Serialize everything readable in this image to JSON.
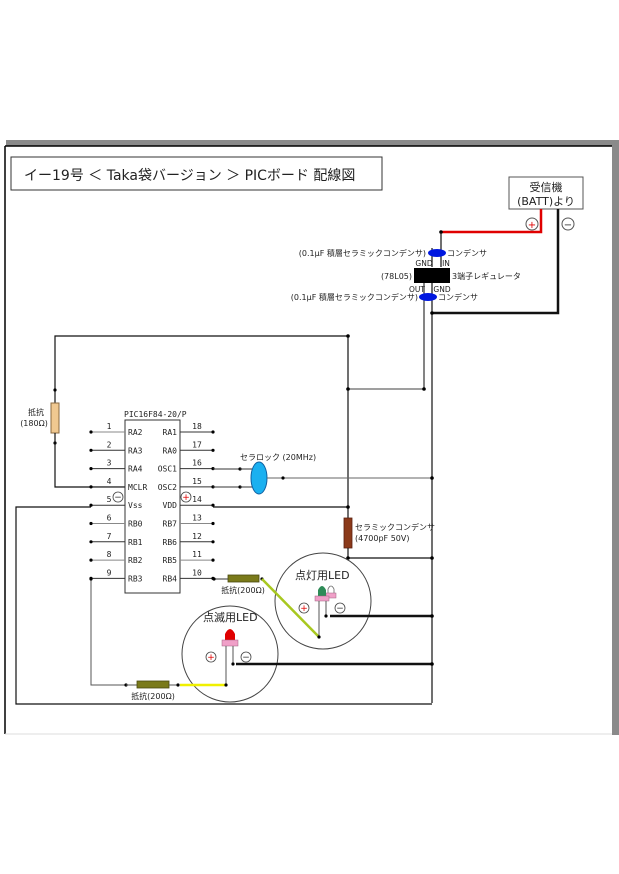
{
  "title": "イー19号 ＜ Taka袋バージョン ＞ PICボード 配線図",
  "receiver": {
    "line1": "受信機",
    "line2": "(BATT)より",
    "plus": "+",
    "minus": "−"
  },
  "regulator": {
    "cap_top_spec": "(0.1μF 積層セラミックコンデンサ)",
    "cap_top_name": "コンデンサ",
    "pin_gnd_top": "GND",
    "pin_in": "IN",
    "part": "(78L05)",
    "name": "3端子レギュレータ",
    "pin_out": "OUT",
    "pin_gnd_bottom": "GND",
    "cap_bottom_spec": "(0.1μF 積層セラミックコンデンサ)",
    "cap_bottom_name": "コンデンサ"
  },
  "mclr_resistor": {
    "name": "抵抗",
    "value": "(180Ω)"
  },
  "pic": {
    "part": "PIC16F84-20/P",
    "left_pins": [
      {
        "num": "1",
        "name": "RA2"
      },
      {
        "num": "2",
        "name": "RA3"
      },
      {
        "num": "3",
        "name": "RA4"
      },
      {
        "num": "4",
        "name": "MCLR"
      },
      {
        "num": "5",
        "name": "Vss"
      },
      {
        "num": "6",
        "name": "RB0"
      },
      {
        "num": "7",
        "name": "RB1"
      },
      {
        "num": "8",
        "name": "RB2"
      },
      {
        "num": "9",
        "name": "RB3"
      }
    ],
    "right_pins": [
      {
        "num": "18",
        "name": "RA1"
      },
      {
        "num": "17",
        "name": "RA0"
      },
      {
        "num": "16",
        "name": "OSC1"
      },
      {
        "num": "15",
        "name": "OSC2"
      },
      {
        "num": "14",
        "name": "VDD"
      },
      {
        "num": "13",
        "name": "RB7"
      },
      {
        "num": "12",
        "name": "RB6"
      },
      {
        "num": "11",
        "name": "RB5"
      },
      {
        "num": "10",
        "name": "RB4"
      }
    ],
    "vss_sign": "−",
    "vdd_sign": "+"
  },
  "ceralock": {
    "label": "セラロック (20MHz)"
  },
  "ceramic_cap": {
    "name": "セラミックコンデンサ",
    "value": "(4700pF 50V)"
  },
  "led_on": {
    "title": "点灯用LED",
    "resistor_label": "抵抗(200Ω)",
    "plus": "+",
    "minus": "−",
    "color": "#2e8b57"
  },
  "led_blink": {
    "title": "点滅用LED",
    "resistor_label": "抵抗(200Ω)",
    "plus": "+",
    "minus": "−",
    "color": "#e00000"
  },
  "colors": {
    "power_plus": "#e00000",
    "led_wire_green": "#a8c820",
    "led_wire_yellow": "#f0f000",
    "capacitor_blue": "#0018e0",
    "ceralock": "#1ab0f0",
    "resistor_tan": "#f0c890",
    "resistor_olive": "#7a7a1a",
    "ceramic_cap_brown": "#8b3a1a",
    "led_base_pink": "#f0a0c8"
  }
}
